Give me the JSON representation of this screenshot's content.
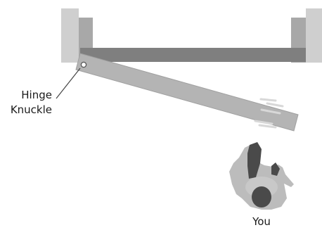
{
  "labels": {
    "hinge_line1": "Hinge",
    "hinge_line2": "Knuckle",
    "person": "You"
  },
  "colors": {
    "frame_light": "#cfcfcf",
    "frame_dark": "#a8a8a8",
    "header": "#7f7f7f",
    "door": "#b4b4b4",
    "door_edge": "#9c9c9c",
    "person_body": "#bcbcbc",
    "person_dark": "#4a4a4a",
    "motion_lines": "#dcdcdc",
    "text": "#1a1a1a"
  }
}
